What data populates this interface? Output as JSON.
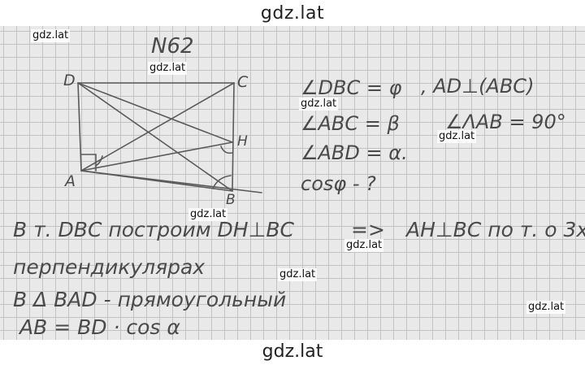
{
  "watermark": {
    "top": "gdz.lat",
    "bottom": "gdz.lat",
    "overlay": [
      "gdz.lat",
      "gdz.lat",
      "gdz.lat",
      "gdz.lat",
      "gdz.lat",
      "gdz.lat",
      "gdz.lat",
      "gdz.lat"
    ]
  },
  "problem": {
    "number": "N62",
    "vertices": {
      "D": "D",
      "C": "C",
      "A": "A",
      "B": "B",
      "H": "H"
    }
  },
  "given": {
    "line1": "∠DBC = φ",
    "line1b": ", AD⊥(ABC)",
    "line2": "∠ABC = β",
    "line2b": "∠ΛAB = 90°",
    "line3": "∠ABD = α.",
    "line4": "cosφ - ?"
  },
  "solution": {
    "line1a": "В т. DBC построим DH⊥BC",
    "line1b": "=>",
    "line1c": "AH⊥BC по т. о 3х",
    "line2": "перпендикулярах",
    "line3": "В Δ BAD - прямоугольный",
    "line4": "AB = BD · cos α"
  },
  "colors": {
    "ink": "#4a4a4a",
    "grid": "#c2c2c2",
    "paper": "#e9e9e9"
  }
}
